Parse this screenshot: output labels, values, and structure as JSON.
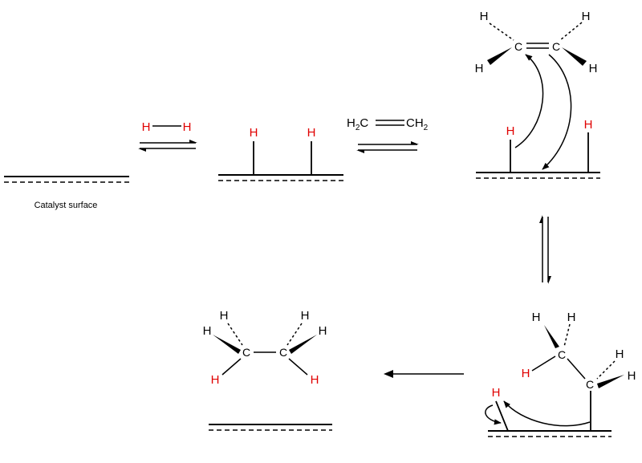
{
  "catalyst_label": "Catalyst surface",
  "atoms": {
    "H": "H",
    "C": "C"
  },
  "ethene": {
    "left_main": "H",
    "left_sub": "2",
    "left_c": "C",
    "right_c": "CH",
    "right_sub": "2"
  },
  "colors": {
    "adsorbed_hydrogen": "#e00000",
    "ink": "#000000"
  },
  "steps": [
    {
      "id": "h2-adsorption",
      "arrow": "equilibrium"
    },
    {
      "id": "ethene-adsorption",
      "arrow": "equilibrium"
    },
    {
      "id": "first-h-transfer",
      "arrow": "equilibrium"
    },
    {
      "id": "second-h-transfer",
      "arrow": "single"
    }
  ]
}
